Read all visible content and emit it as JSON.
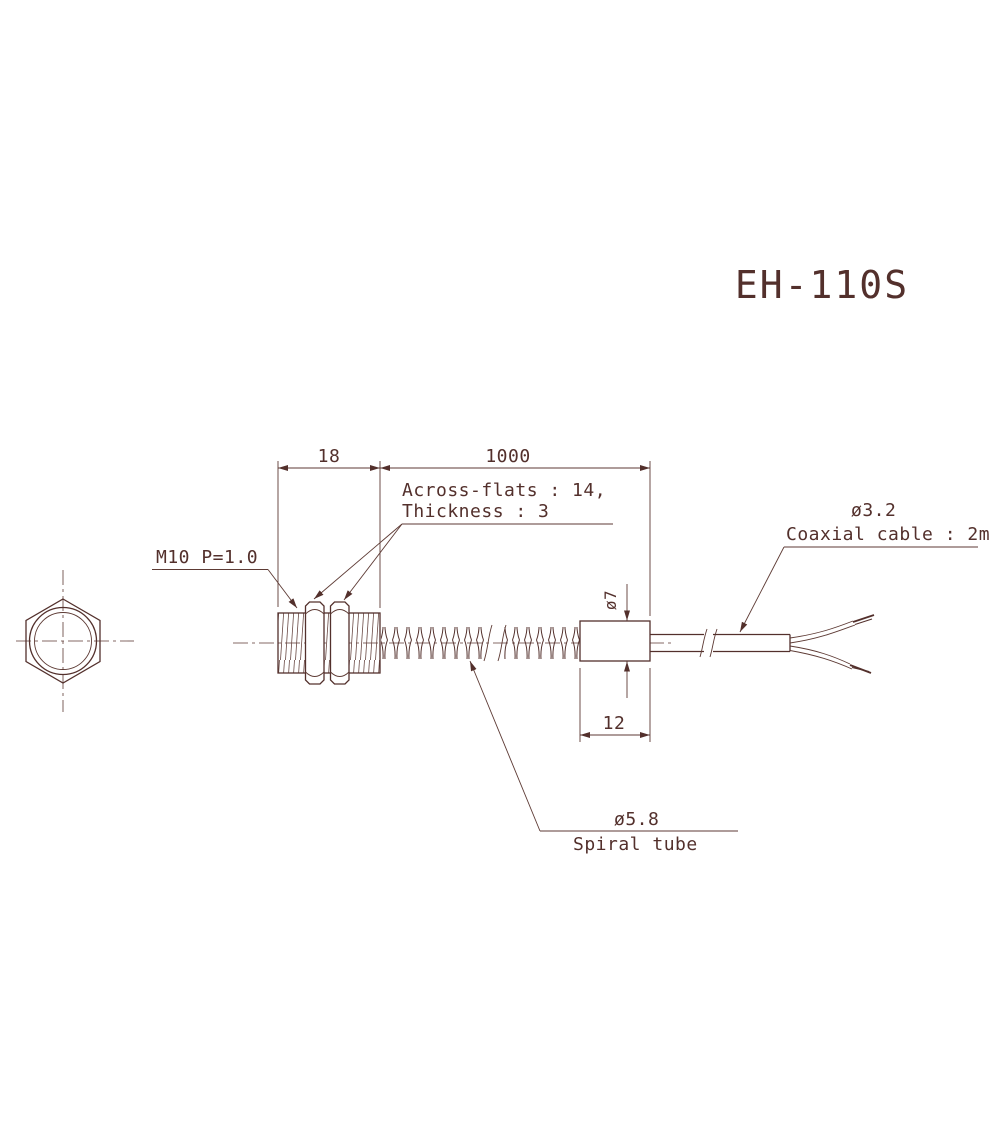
{
  "colors": {
    "line": "#53302c",
    "background": "#ffffff"
  },
  "title": "EH-110S",
  "annotations": {
    "thread_spec": "M10 P=1.0",
    "across_flats_line1": "Across-flats : 14,",
    "across_flats_line2": "Thickness : 3",
    "cable_diameter": "ø3.2",
    "cable_note": "Coaxial cable : 2m",
    "spiral_diameter": "ø5.8",
    "spiral_label": "Spiral tube"
  },
  "dimensions": {
    "thread_length_mm": "18",
    "tube_length_mm": "1000",
    "block_length_mm": "12",
    "block_diameter_mm": "ø7"
  }
}
